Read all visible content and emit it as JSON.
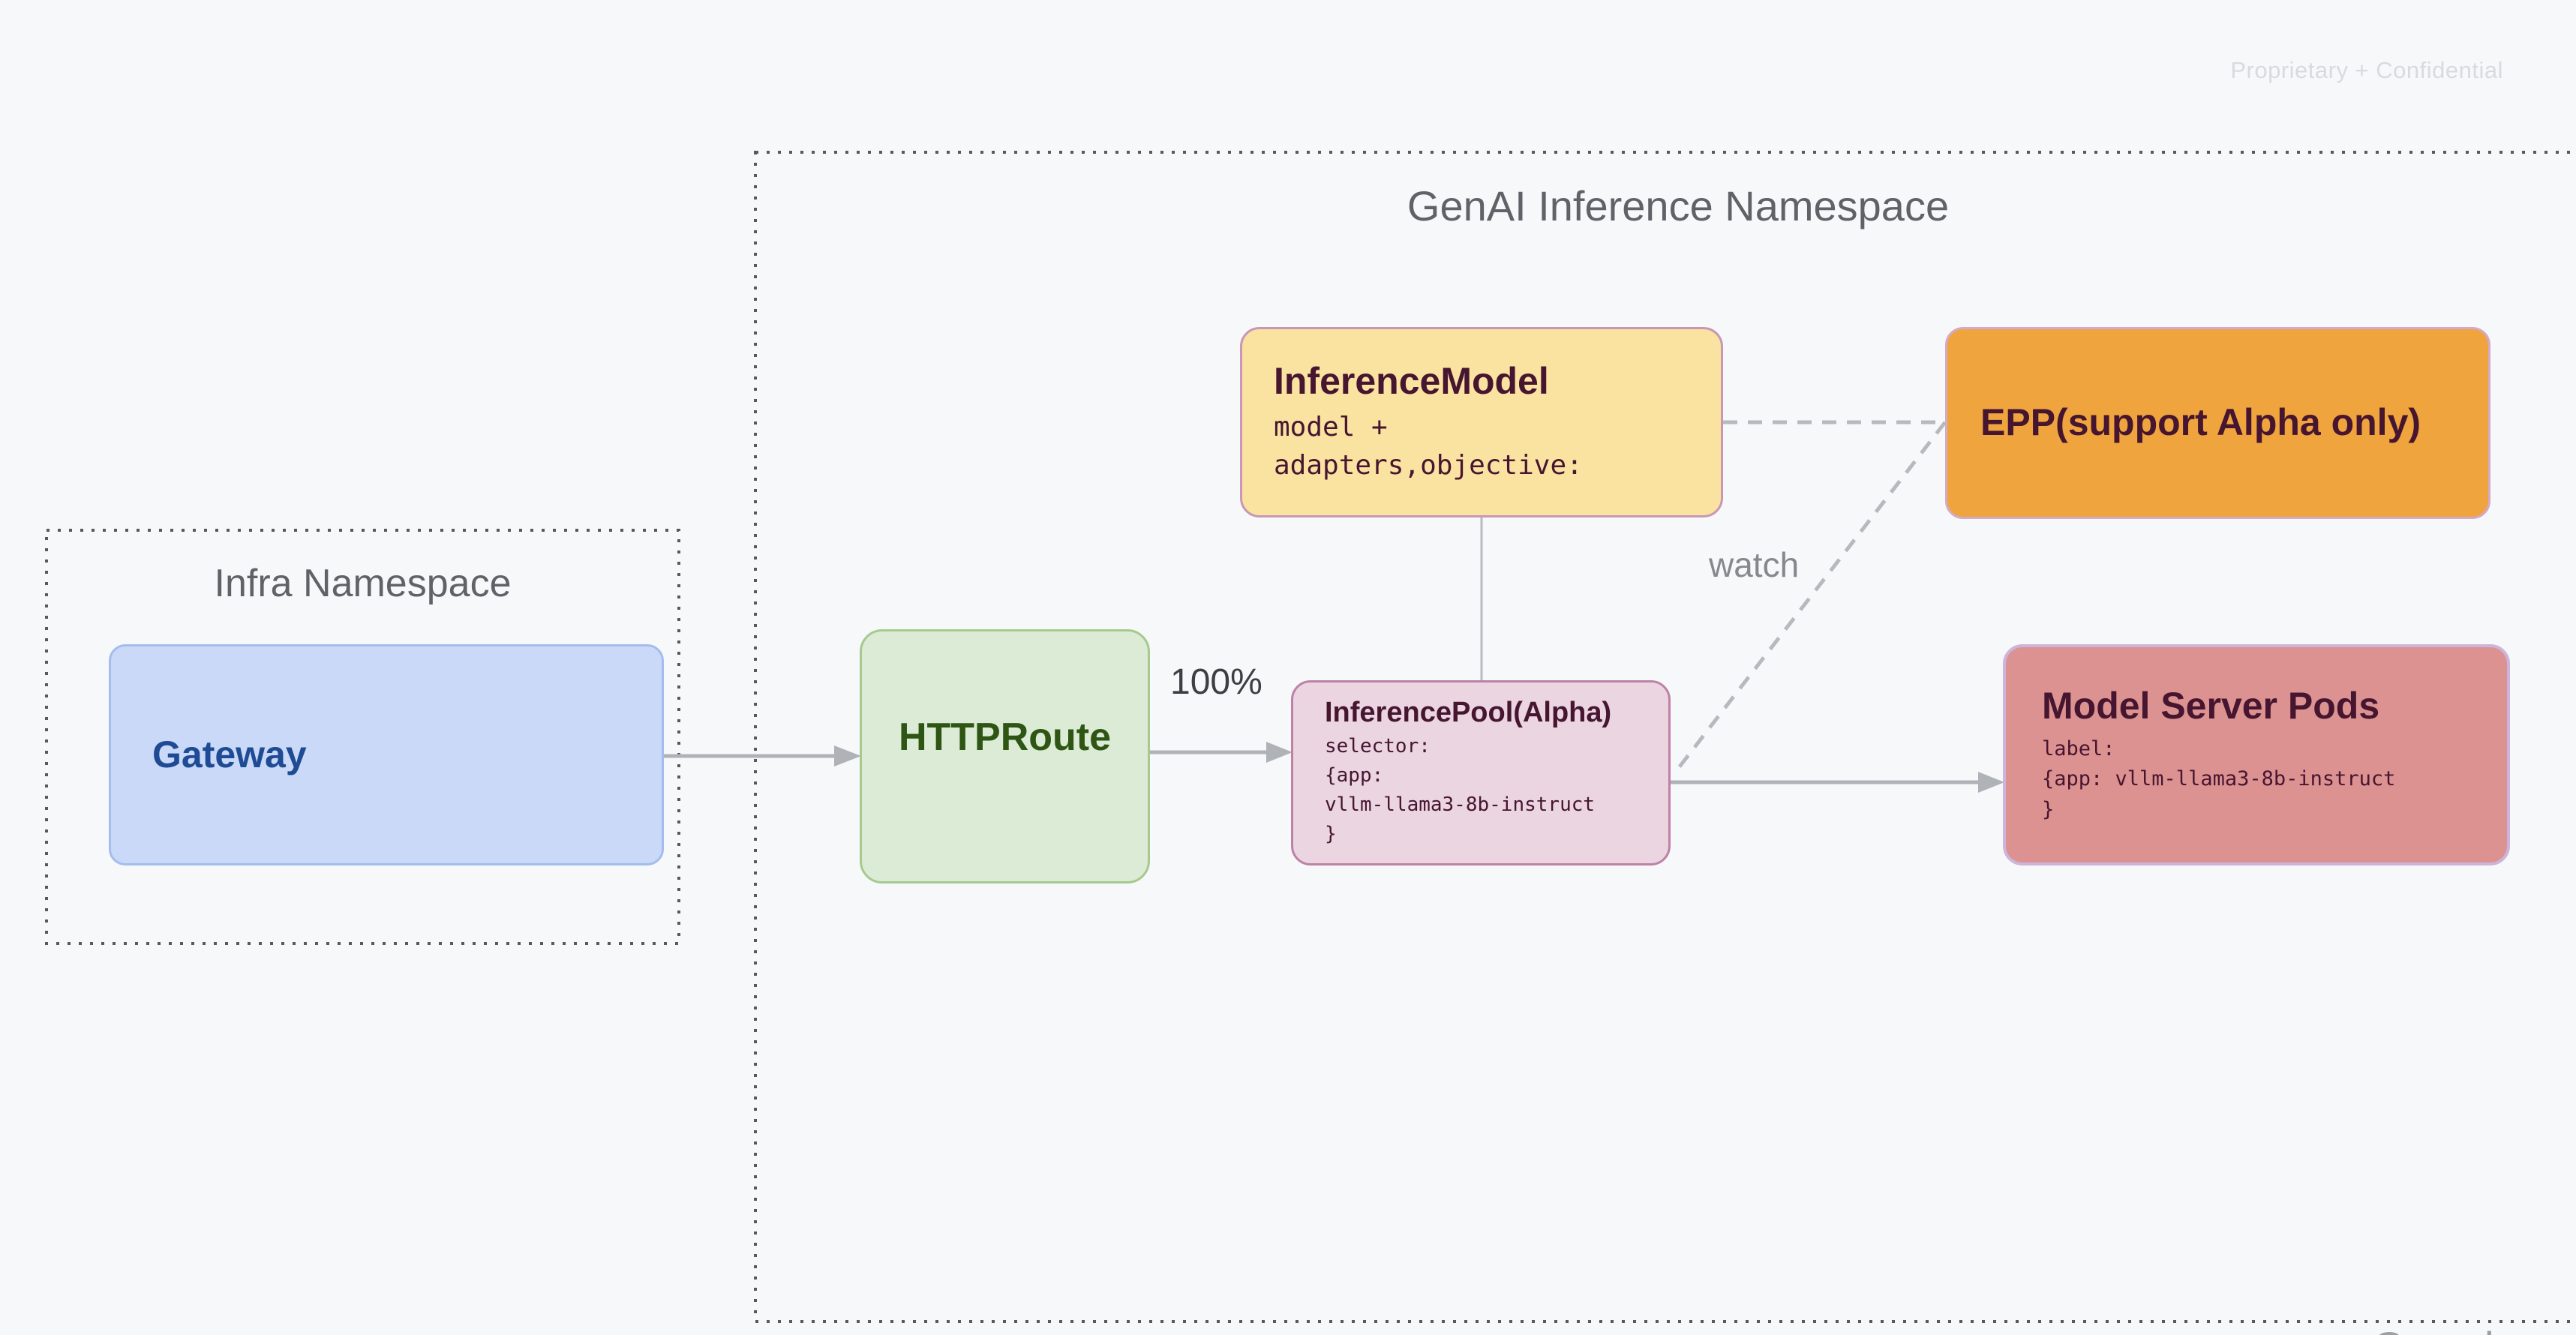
{
  "slide": {
    "confidential_label": "Proprietary + Confidential",
    "partial_logo_text": "Google"
  },
  "infra_namespace": {
    "title": "Infra Namespace",
    "nodes": {
      "gateway": {
        "title": "Gateway"
      }
    }
  },
  "genai_namespace": {
    "title": "GenAI Inference Namespace",
    "nodes": {
      "inference_model": {
        "title": "InferenceModel",
        "body": "model +\nadapters,objective:"
      },
      "epp": {
        "title": "EPP(support Alpha only)"
      },
      "httproute": {
        "title": "HTTPRoute"
      },
      "inference_pool": {
        "title": "InferencePool(Alpha)",
        "body": "selector:\n{app:\nvllm-llama3-8b-instruct\n}"
      },
      "model_server_pods": {
        "title": "Model Server Pods",
        "body": "label:\n{app: vllm-llama3-8b-instruct\n}"
      }
    },
    "edge_labels": {
      "traffic_split": "100%",
      "watch": "watch"
    }
  },
  "colors": {
    "background": "#f7f8fa",
    "namespace_border": "#58595b",
    "namespace_title": "#5f6368",
    "gateway_fill": "#c9d9f7",
    "gateway_border": "#a4bcee",
    "gateway_text": "#1e4b94",
    "httproute_fill": "#dcebd6",
    "httproute_border": "#a6ca8d",
    "httproute_text": "#2e5514",
    "inference_model_fill": "#fae2a1",
    "inference_model_border": "#c897b5",
    "epp_fill": "#f0a43d",
    "epp_border": "#d3aac7",
    "inference_pool_fill": "#ead5e0",
    "inference_pool_border": "#be81a7",
    "model_server_pods_fill": "#dc9290",
    "model_server_pods_border": "#cdb4da",
    "box_text_dark": "#461530",
    "arrow": "#afb2b7",
    "dashed_line": "#b6b9bd",
    "traffic_label_text": "#3c4043",
    "watch_label_text": "#85898d",
    "confidential_text": "#d8dade"
  }
}
